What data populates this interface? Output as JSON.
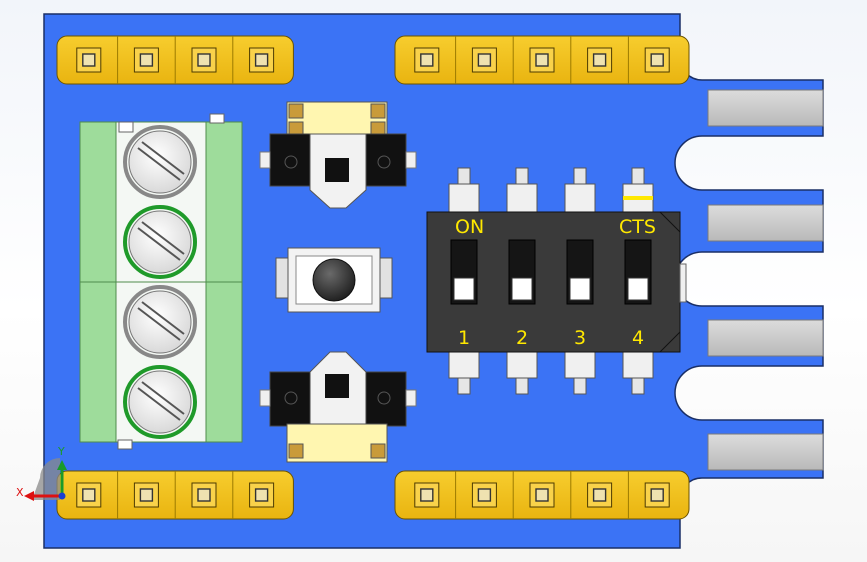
{
  "viewport": {
    "triad": {
      "x_label": "X",
      "y_label": "Y"
    }
  },
  "board": {
    "pcb_color": "#3b73f5",
    "outline_color": "#1a2f66"
  },
  "header_pins": {
    "color": "#f5c21b",
    "top_left_count": 4,
    "top_right_count": 5,
    "bottom_left_count": 4,
    "bottom_right_count": 5
  },
  "dip_switch": {
    "labels": {
      "on": "ON",
      "cts": "CTS"
    },
    "positions": [
      "1",
      "2",
      "3",
      "4"
    ],
    "body_color": "#3a3a3a"
  },
  "terminal_block": {
    "color": "#9edc9b",
    "screws": 4
  },
  "edge_connector": {
    "pads": 4,
    "pad_color": "#c9c9c9"
  }
}
